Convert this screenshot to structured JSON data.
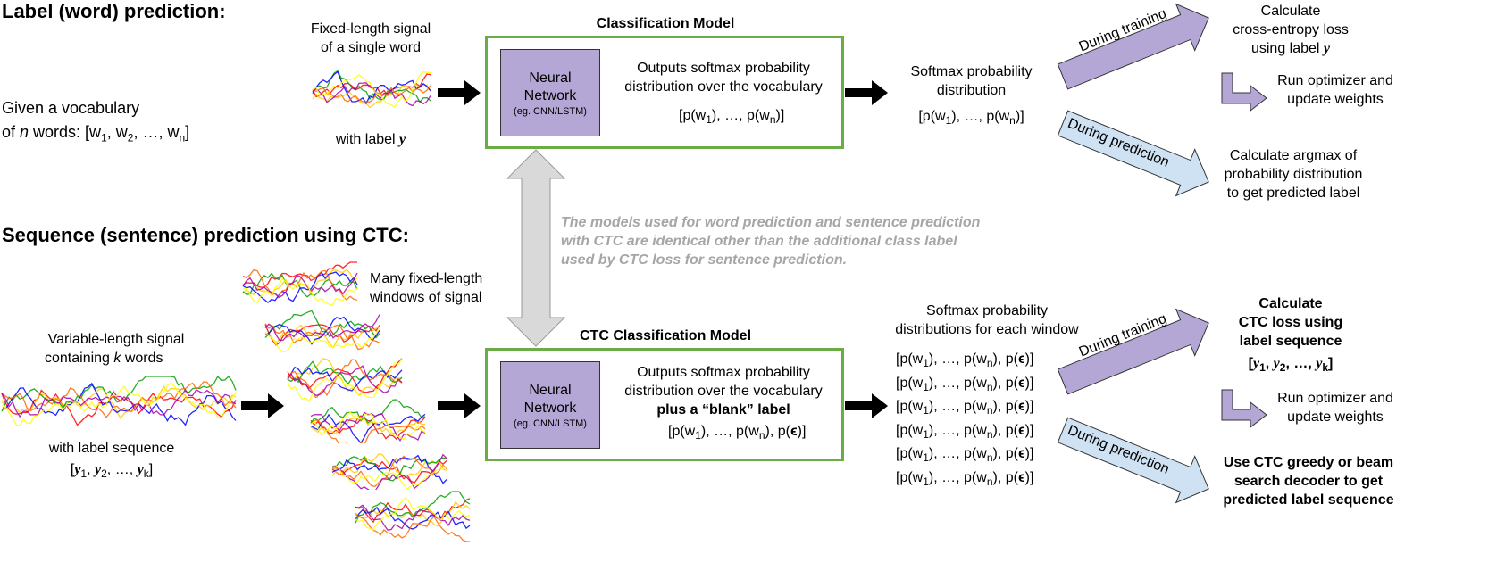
{
  "top": {
    "heading": "Label (word) prediction:",
    "vocab_line1": "Given a vocabulary",
    "vocab_line2": "of n words: [w1, w2, …, wn]",
    "signal_caption_line1": "Fixed-length signal",
    "signal_caption_line2": "of a single word",
    "signal_label": "with label y",
    "model_title": "Classification Model",
    "nn_line1": "Neural",
    "nn_line2": "Network",
    "nn_sub": "(eg. CNN/LSTM)",
    "outputs_line1": "Outputs softmax probability",
    "outputs_line2": "distribution over the vocabulary",
    "prob_vector": "[p(w1), …, p(wn)]",
    "softmax_line1": "Softmax probability",
    "softmax_line2": "distribution",
    "softmax_vector": "[p(w1), …, p(wn)]",
    "during_training": "During training",
    "during_prediction": "During prediction",
    "train_line1": "Calculate",
    "train_line2": "cross-entropy loss",
    "train_line3": "using label y",
    "optim_line1": "Run optimizer and",
    "optim_line2": "update weights",
    "pred_line1": "Calculate argmax of",
    "pred_line2": "probability distribution",
    "pred_line3": "to get predicted label"
  },
  "note": {
    "line1": "The models used for word prediction and sentence prediction",
    "line2": "with CTC are identical other than the additional class label",
    "line3": "used by CTC loss for sentence prediction."
  },
  "bottom": {
    "heading": "Sequence (sentence) prediction using CTC:",
    "var_line1": "Variable-length signal",
    "var_line2": "containing k words",
    "seq_label_line1": "with label sequence",
    "seq_label_line2": "[y1, y2, …, yk]",
    "windows_line1": "Many fixed-length",
    "windows_line2": "windows of signal",
    "model_title": "CTC Classification Model",
    "nn_line1": "Neural",
    "nn_line2": "Network",
    "nn_sub": "(eg. CNN/LSTM)",
    "outputs_line1": "Outputs softmax probability",
    "outputs_line2": "distribution over the vocabulary",
    "outputs_line3": "plus a “blank” label",
    "prob_vector": "[p(w1), …, p(wn), p(ϵ)]",
    "softmax_line1": "Softmax probability",
    "softmax_line2": "distributions for each window",
    "window_vectors": [
      "[p(w1), …, p(wn), p(ϵ)]",
      "[p(w1), …, p(wn), p(ϵ)]",
      "[p(w1), …, p(wn), p(ϵ)]",
      "[p(w1), …, p(wn), p(ϵ)]",
      "[p(w1), …, p(wn), p(ϵ)]",
      "[p(w1), …, p(wn), p(ϵ)]"
    ],
    "during_training": "During training",
    "during_prediction": "During prediction",
    "train_line1": "Calculate",
    "train_line2": "CTC loss using",
    "train_line3": "label sequence",
    "train_line4": "[y1, y2, …, yk]",
    "optim_line1": "Run optimizer and",
    "optim_line2": "update weights",
    "pred_line1": "Use CTC greedy or beam",
    "pred_line2": "search decoder to get",
    "pred_line3": "predicted label sequence"
  },
  "colors": {
    "box_border": "#6aac46",
    "nn_fill": "#b4a7d6",
    "train_arrow": "#b4a7d6",
    "pred_arrow": "#cfe2f3",
    "small_arrow": "#d5a6bd",
    "note_text": "#a6a6a6",
    "double_arrow": "#d9d9d9"
  }
}
